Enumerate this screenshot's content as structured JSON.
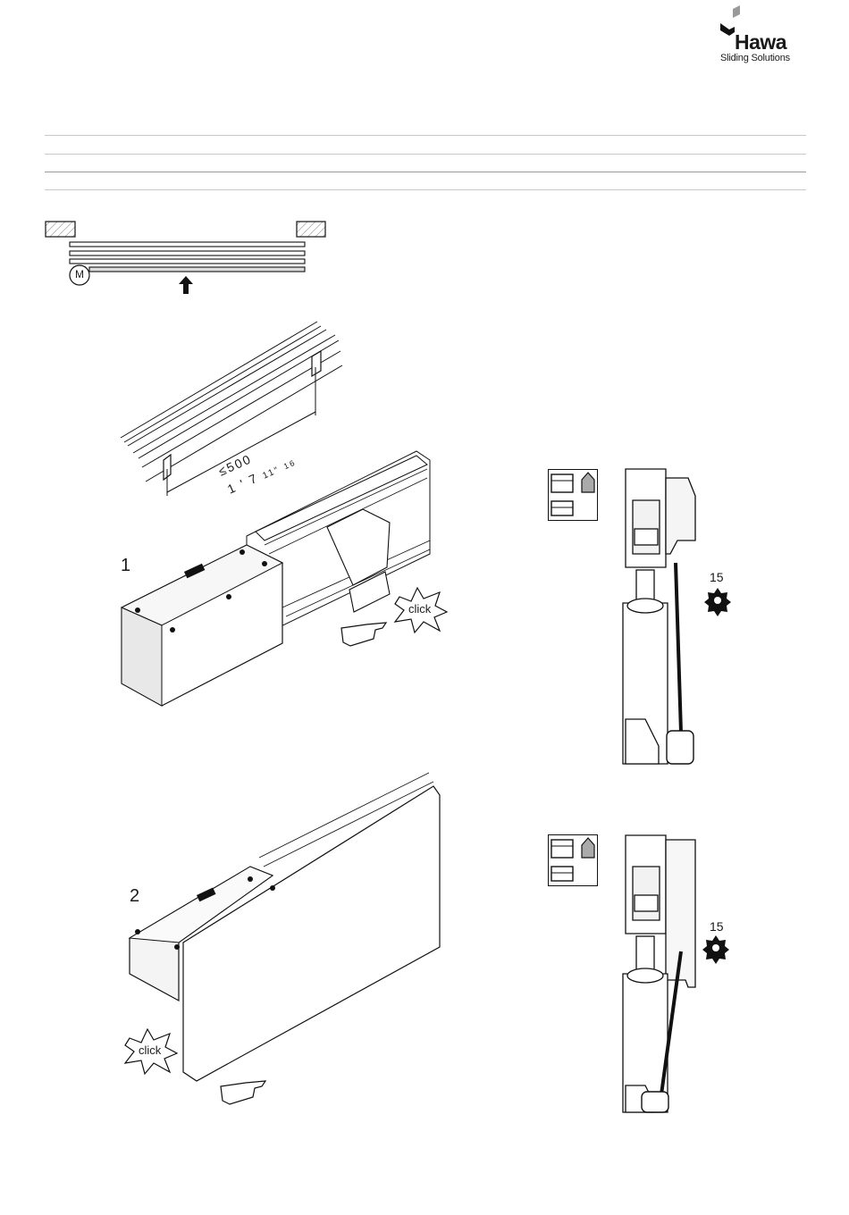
{
  "brand": {
    "name": "Hawa",
    "tagline": "Sliding Solutions",
    "accent_color": "#9a9a9a"
  },
  "plan_view": {
    "motor_label": "M"
  },
  "figure_top": {
    "dimension_metric": "≤500",
    "dimension_imperial_whole": "1 ' 7",
    "dimension_imperial_num": "11\"",
    "dimension_imperial_den": "16"
  },
  "step1": {
    "number": "1",
    "click_label": "click",
    "torx_size": "15"
  },
  "step2": {
    "number": "2",
    "click_label": "click",
    "torx_size": "15"
  },
  "icons": [
    "hawa-logo-icon",
    "arrow-up-icon",
    "hand-icon",
    "torx-icon",
    "screwdriver-icon",
    "panel-position-icon"
  ]
}
